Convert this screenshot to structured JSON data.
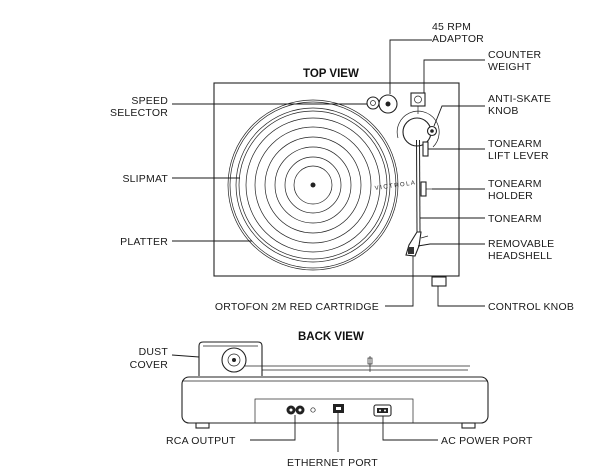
{
  "views": {
    "top_view_title": "TOP VIEW",
    "back_view_title": "BACK VIEW"
  },
  "brand_text": "VICTROLA",
  "labels": {
    "rpm_adaptor_1": "45 RPM",
    "rpm_adaptor_2": "ADAPTOR",
    "counter_weight_1": "COUNTER",
    "counter_weight_2": "WEIGHT",
    "anti_skate_1": "ANTI-SKATE",
    "anti_skate_2": "KNOB",
    "lift_lever_1": "TONEARM",
    "lift_lever_2": "LIFT LEVER",
    "holder_1": "TONEARM",
    "holder_2": "HOLDER",
    "tonearm": "TONEARM",
    "headshell_1": "REMOVABLE",
    "headshell_2": "HEADSHELL",
    "speed_selector_1": "SPEED",
    "speed_selector_2": "SELECTOR",
    "slipmat": "SLIPMAT",
    "platter": "PLATTER",
    "cartridge": "ORTOFON 2M RED CARTRIDGE",
    "control_knob": "CONTROL KNOB",
    "dust_cover_1": "DUST",
    "dust_cover_2": "COVER",
    "rca_output": "RCA OUTPUT",
    "ethernet_port": "ETHERNET PORT",
    "ac_power_port": "AC POWER PORT"
  }
}
